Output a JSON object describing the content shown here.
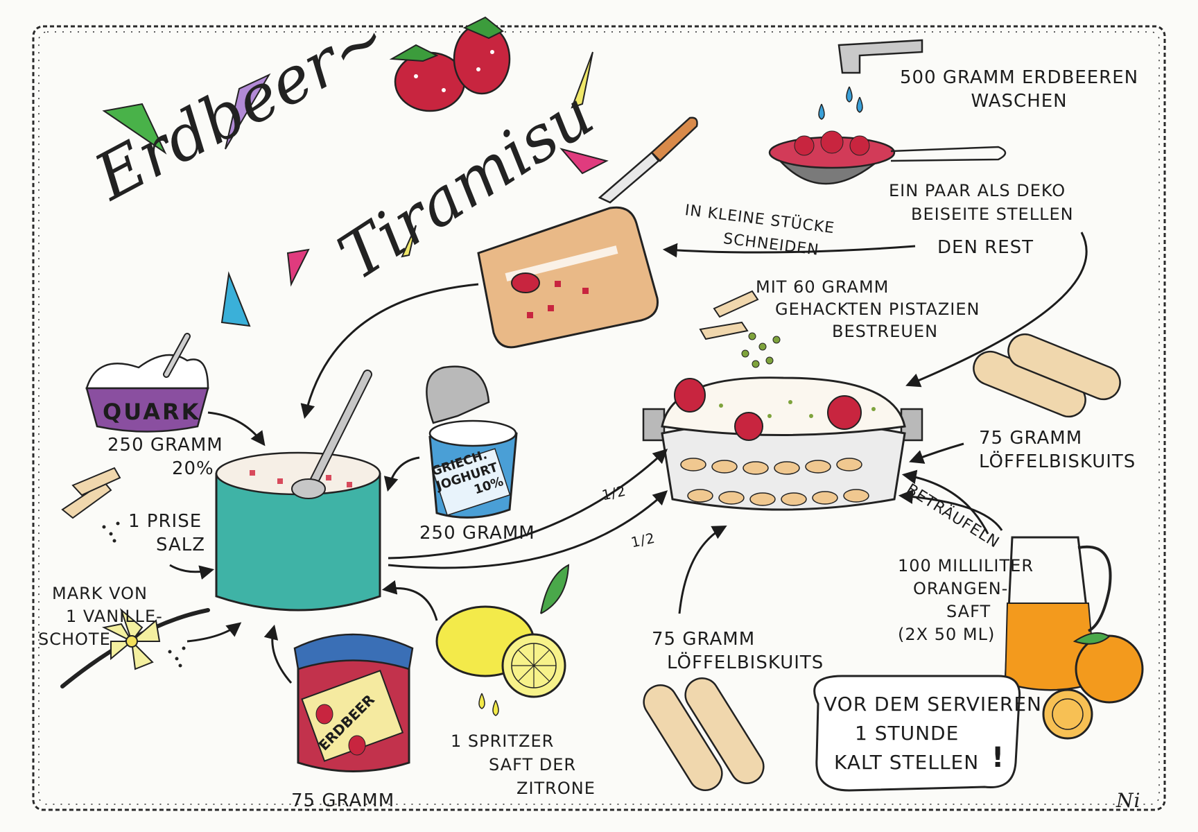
{
  "title": {
    "part1": "Erdbeer~",
    "part2": "Tiramisu"
  },
  "wash": {
    "line1": "500 Gramm Erdbeeren",
    "line2": "waschen"
  },
  "deko": {
    "line1": "Ein Paar als Deko",
    "line2": "beiseite stellen"
  },
  "rest": "Den Rest",
  "cut": {
    "line1": "In kleine Stücke",
    "line2": "schneiden"
  },
  "pistachio": {
    "line1": "Mit 60 Gramm",
    "line2": "gehackten Pistazien",
    "line3": "bestreuen"
  },
  "quark": {
    "label": "Quark",
    "line1": "250 Gramm",
    "line2": "20%"
  },
  "salt": {
    "line1": "1 Prise",
    "line2": "Salz"
  },
  "vanilla": {
    "line1": "Mark von",
    "line2": "1 Vanille-",
    "line3": "Schote"
  },
  "yogurt": {
    "label1": "Griech.",
    "label2": "Joghurt",
    "label3": "10%",
    "amount": "250 Gramm"
  },
  "jam": {
    "label": "Erdbeer",
    "amount": "75 Gramm"
  },
  "lemon": {
    "line1": "1 Spritzer",
    "line2": "Saft der",
    "line3": "Zitrone"
  },
  "biscuits_top": {
    "line1": "75 Gramm",
    "line2": "Löffelbiskuits"
  },
  "biscuits_bottom": {
    "line1": "75 Gramm",
    "line2": "Löffelbiskuits"
  },
  "half1": "1/2",
  "half2": "1/2",
  "betraeufeln": "Beträufeln",
  "oj": {
    "line1": "100 Milliliter",
    "line2": "Orangen-",
    "line3": "saft",
    "line4": "(2x 50 ml)"
  },
  "chill": {
    "line1": "Vor dem Servieren",
    "line2": "1 Stunde",
    "line3": "kalt stellen",
    "mark": "!"
  },
  "signature": "Ni",
  "colors": {
    "strawberry": "#c8253f",
    "teal": "#3fb3a6",
    "yogurt_blue": "#4a9fd6",
    "jam_red": "#c2324c",
    "lemon": "#f3ea4a",
    "orange": "#f39a1d",
    "board": "#e9b987",
    "biscuit": "#f0d7ad",
    "quark_purple": "#8a4fa0"
  }
}
